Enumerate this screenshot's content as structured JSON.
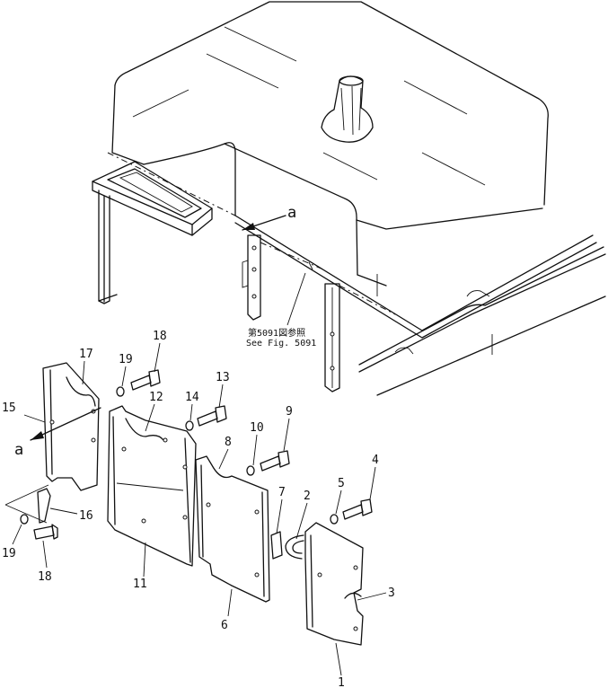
{
  "callouts": [
    {
      "id": "c1",
      "label": "1"
    },
    {
      "id": "c2",
      "label": "2"
    },
    {
      "id": "c3",
      "label": "3"
    },
    {
      "id": "c4",
      "label": "4"
    },
    {
      "id": "c5",
      "label": "5"
    },
    {
      "id": "c6",
      "label": "6"
    },
    {
      "id": "c7",
      "label": "7"
    },
    {
      "id": "c8",
      "label": "8"
    },
    {
      "id": "c9",
      "label": "9"
    },
    {
      "id": "c10",
      "label": "10"
    },
    {
      "id": "c11",
      "label": "11"
    },
    {
      "id": "c12",
      "label": "12"
    },
    {
      "id": "c13",
      "label": "13"
    },
    {
      "id": "c14",
      "label": "14"
    },
    {
      "id": "c15",
      "label": "15"
    },
    {
      "id": "c16",
      "label": "16"
    },
    {
      "id": "c17",
      "label": "17"
    },
    {
      "id": "c18a",
      "label": "18"
    },
    {
      "id": "c18b",
      "label": "18"
    },
    {
      "id": "c19a",
      "label": "19"
    },
    {
      "id": "c19b",
      "label": "19"
    }
  ],
  "view_marks": {
    "top": "a",
    "bottom": "a"
  },
  "reference": {
    "line1": "第5091図参照",
    "line2": "See Fig. 5091"
  }
}
